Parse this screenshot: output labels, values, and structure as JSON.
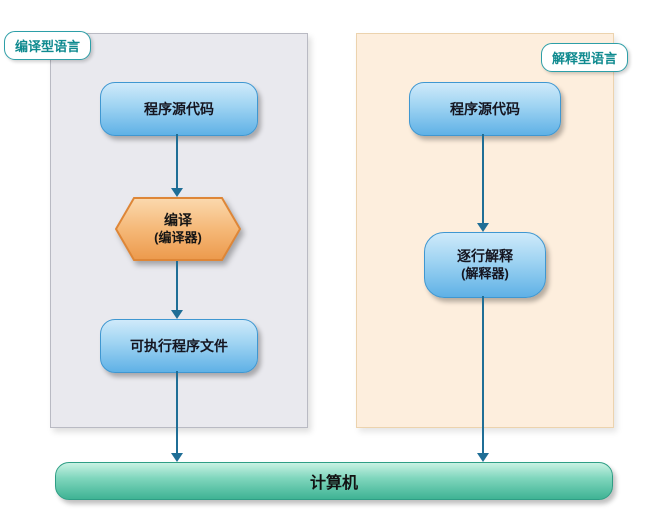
{
  "left_panel": {
    "badge": "编译型语言",
    "source_node": "程序源代码",
    "compile_node": {
      "title": "编译",
      "subtitle": "(编译器)"
    },
    "executable_node": "可执行程序文件"
  },
  "right_panel": {
    "badge": "解释型语言",
    "source_node": "程序源代码",
    "interpret_node": {
      "title": "逐行解释",
      "subtitle": "(解释器)"
    }
  },
  "computer_bar": {
    "label": "计算机"
  },
  "colors": {
    "blue_light": "#cfeafa",
    "blue_dark": "#5fb1e6",
    "blue_border": "#3f97d1",
    "orange_light": "#fbd9ae",
    "orange_dark": "#ec9a4c",
    "orange_border": "#de8637",
    "teal_light": "#c9f2e3",
    "teal_dark": "#3fb394",
    "teal_border": "#2f9e85",
    "arrow": "#1f6e96",
    "badge_border": "#2d9fa8",
    "badge_text": "#0f8a8f",
    "panel_left_bg": "#e9e9ee",
    "panel_right_bg": "#fdeedd"
  }
}
